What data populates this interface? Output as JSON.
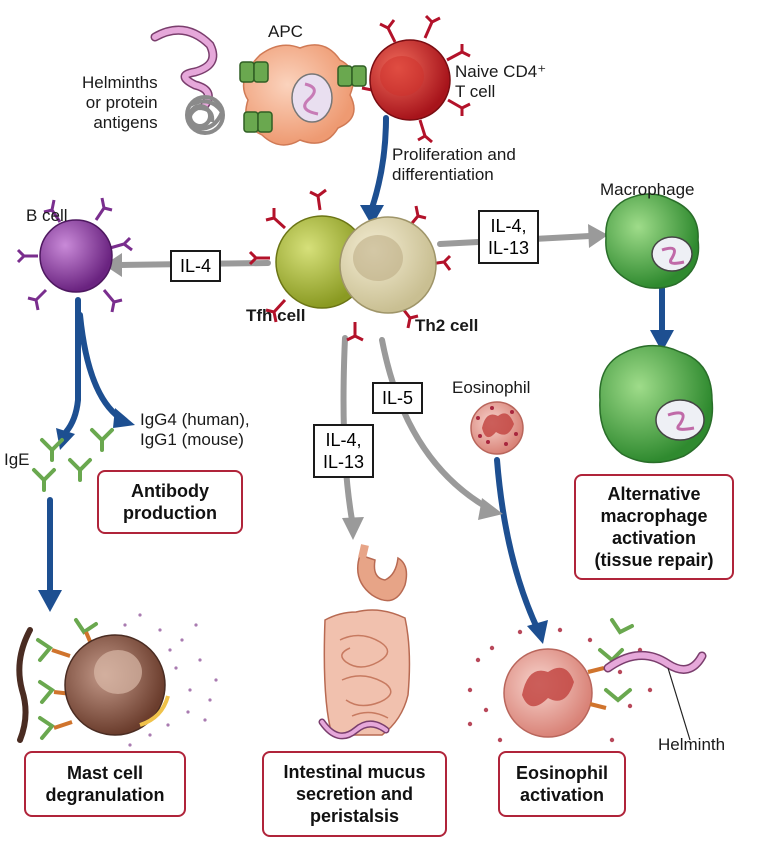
{
  "labels": {
    "apc": "APC",
    "antigens": "Helminths\nor protein\nantigens",
    "naive": "Naive CD4⁺\nT cell",
    "prolif": "Proliferation and\ndifferentiation",
    "macrophage": "Macrophage",
    "bcell": "B cell",
    "tfh": "Tfh cell",
    "th2": "Th2 cell",
    "eosinophil": "Eosinophil",
    "igg": "IgG4 (human),\nIgG1 (mouse)",
    "ige": "IgE",
    "helminth": "Helminth"
  },
  "cytokines": {
    "il4_left": "IL-4",
    "il4_il13_right": "IL-4,\nIL-13",
    "il5": "IL-5",
    "il4_il13_mid": "IL-4,\nIL-13"
  },
  "outcomes": {
    "antibody": "Antibody\nproduction",
    "alt_macrophage": "Alternative\nmacrophage\nactivation\n(tissue repair)",
    "mast": "Mast cell\ndegranulation",
    "intestinal": "Intestinal mucus\nsecretion and\nperistalsis",
    "eos_activation": "Eosinophil\nactivation"
  },
  "colors": {
    "blue_arrow": "#1d4f91",
    "gray_arrow": "#9a9a9a",
    "outcome_border": "#b0243a",
    "receptor_red": "#b3122a"
  }
}
